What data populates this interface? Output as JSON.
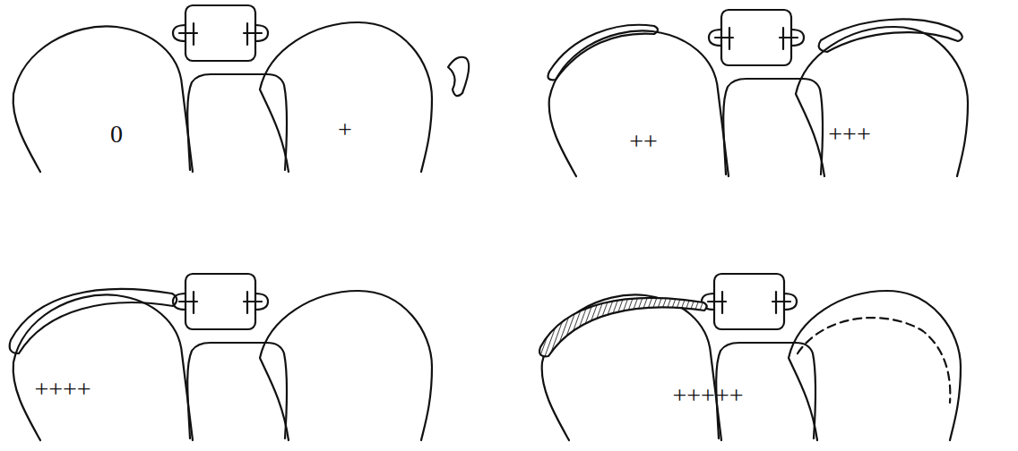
{
  "diagram": {
    "labels": [
      "0",
      "+",
      "++",
      "+++",
      "++++",
      "+++++"
    ]
  }
}
